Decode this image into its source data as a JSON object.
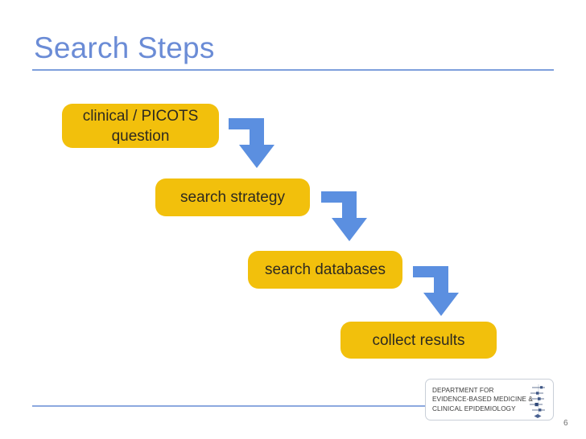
{
  "slide": {
    "title": "Search Steps",
    "page_number": "6",
    "accent_color": "#6B8CD6",
    "rule_color": "#7E9FDC",
    "box_color": "#F2C00C",
    "arrow_color": "#5B8FE0",
    "box_text_color": "#2E2A20"
  },
  "flow": {
    "steps": [
      {
        "label": "clinical / PICOTS question"
      },
      {
        "label": "search strategy"
      },
      {
        "label": "search databases"
      },
      {
        "label": "collect results"
      }
    ],
    "connectors": [
      {
        "name": "step-1-to-2",
        "shape": "bent-arrow-down-right"
      },
      {
        "name": "step-2-to-3",
        "shape": "bent-arrow-down-right"
      },
      {
        "name": "step-3-to-4",
        "shape": "bent-arrow-down-right"
      }
    ]
  },
  "footer": {
    "logo": {
      "line1": "DEPARTMENT FOR",
      "line2": "EVIDENCE-BASED MEDICINE &",
      "line3": "CLINICAL EPIDEMIOLOGY",
      "mark": "forest-plot-icon"
    }
  }
}
